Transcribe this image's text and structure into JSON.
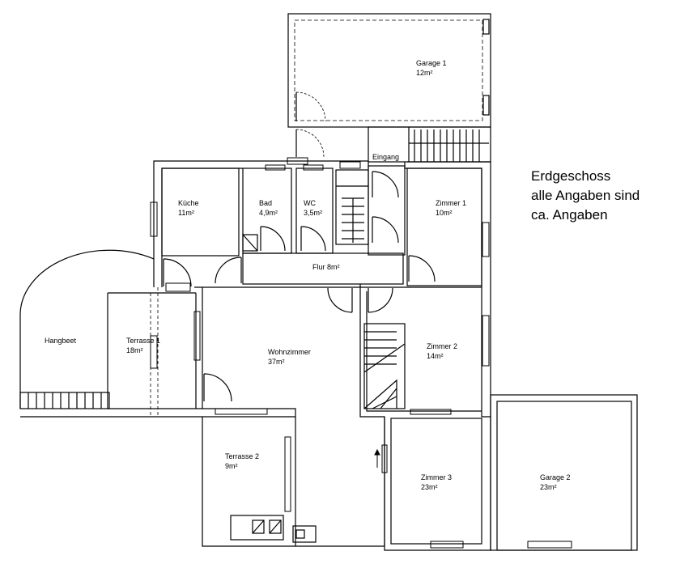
{
  "note": {
    "title": "Erdgeschoss",
    "line2": "alle Angaben sind",
    "line3": "ca. Angaben"
  },
  "rooms": {
    "garage1": {
      "name": "Garage 1",
      "area": "12m²"
    },
    "eingang": {
      "name": "Eingang"
    },
    "kueche": {
      "name": "Küche",
      "area": "11m²"
    },
    "bad": {
      "name": "Bad",
      "area": "4,9m²"
    },
    "wc": {
      "name": "WC",
      "area": "3,5m²"
    },
    "zimmer1": {
      "name": "Zimmer 1",
      "area": "10m²"
    },
    "flur": {
      "name": "Flur 8m²"
    },
    "hangbeet": {
      "name": "Hangbeet"
    },
    "terrasse1": {
      "name": "Terrasse 1",
      "area": "18m²"
    },
    "wohnzimmer": {
      "name": "Wohnzimmer",
      "area": "37m²"
    },
    "zimmer2": {
      "name": "Zimmer 2",
      "area": "14m²"
    },
    "terrasse2": {
      "name": "Terrasse 2",
      "area": "9m²"
    },
    "zimmer3": {
      "name": "Zimmer 3",
      "area": "23m²"
    },
    "garage2": {
      "name": "Garage 2",
      "area": "23m²"
    }
  }
}
